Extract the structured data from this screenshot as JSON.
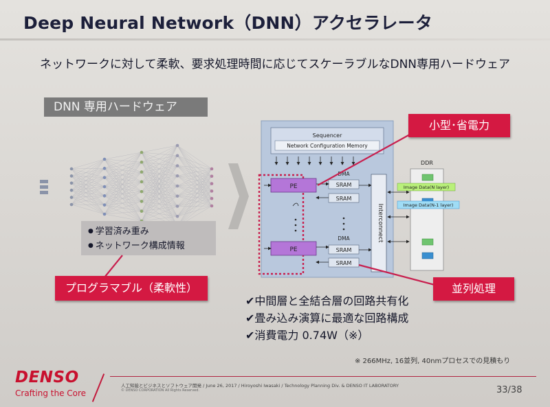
{
  "slide": {
    "title": "Deep Neural Network（DNN）アクセラレータ",
    "subtitle": "ネットワークに対して柔軟、要求処理時間に応じてスケーラブルなDNN専用ハードウェア",
    "section_label": "DNN 専用ハードウェア"
  },
  "info_box": {
    "bullets": [
      "学習済み重み",
      "ネットワーク構成情報"
    ]
  },
  "tags": {
    "programmable": "プログラマブル（柔軟性）",
    "small_power": "小型･省電力",
    "parallel": "並列処理"
  },
  "diagram": {
    "sequencer": "Sequencer",
    "config_memory": "Network Configuration Memory",
    "pe": "PE",
    "dma": "DMA",
    "sram": "SRAM",
    "interconnect": "Interconnect",
    "ddr": "DDR",
    "image_n": "Image Data(N layer)",
    "image_n1": "Image Data(N-1 layer)"
  },
  "checks": [
    "✔中間層と全結合層の回路共有化",
    "✔畳み込み演算に最適な回路構成",
    "✔消費電力 0.74W（※）"
  ],
  "note": "※ 266MHz, 16並列, 40nmプロセスでの見積もり",
  "footer": {
    "logo": "DENSO",
    "tagline": "Crafting the Core",
    "text": "人工知能とビジネスとソフトウェア開発 / June 26, 2017 / Hiroyoshi Iwasaki / Technology Planning Div. & DENSO IT LABORATORY",
    "copyright": "© DENSO CORPORATION All Rights Reserved.",
    "page": "33/38"
  },
  "colors": {
    "accent_red": "#d41942",
    "title_navy": "#1c1f3a",
    "pe_purple": "#b476d8",
    "block_blue": "#b9c8dd",
    "ddr_green": "#6fc46f",
    "ddr_blue": "#3a8fd0"
  }
}
